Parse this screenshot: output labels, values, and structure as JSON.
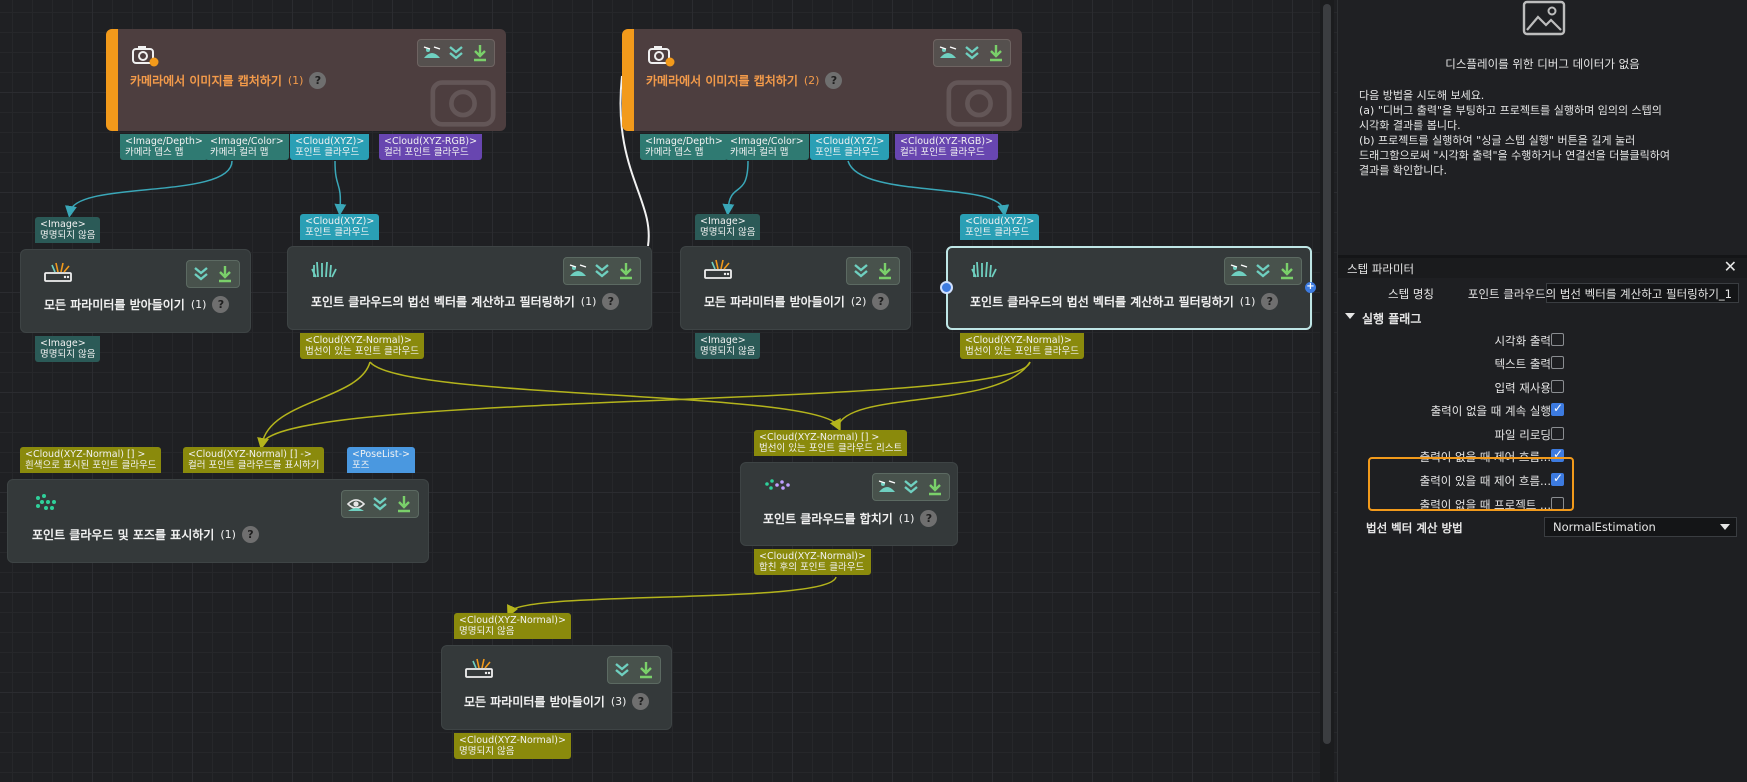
{
  "canvas": {
    "nodes": {
      "cap1": {
        "title": "카메라에서 이미지를 캡처하기",
        "index": "(1)"
      },
      "cap2": {
        "title": "카메라에서 이미지를 캡처하기",
        "index": "(2)"
      },
      "acc1": {
        "title": "모든 파라미터를 받아들이기",
        "index": "(1)"
      },
      "norm1": {
        "title": "포인트 클라우드의 법선 벡터를 계산하고 필터링하기",
        "index": "(1)"
      },
      "acc2": {
        "title": "모든 파라미터를 받아들이기",
        "index": "(2)"
      },
      "norm2": {
        "title": "포인트 클라우드의 법선 벡터를 계산하고 필터링하기",
        "index": "(1)"
      },
      "disp": {
        "title": "포인트 클라우드 및 포즈를 표시하기",
        "index": "(1)"
      },
      "merge": {
        "title": "포인트 클라우드를 합치기",
        "index": "(1)"
      },
      "acc3": {
        "title": "모든 파라미터를 받아들이기",
        "index": "(3)"
      }
    },
    "help_glyph": "?",
    "ports": {
      "c1_depth": [
        "<Image/Depth>",
        "카메라 뎁스 맵"
      ],
      "c1_color": [
        "<Image/Color>",
        "카메라 컬러 맵"
      ],
      "c1_xyz": [
        "<Cloud(XYZ)>",
        "포인트 클라우드"
      ],
      "c1_rgb": [
        "<Cloud(XYZ-RGB)>",
        "컬러 포인트 클라우드"
      ],
      "c2_depth": [
        "<Image/Depth>",
        "카메라 뎁스 맵"
      ],
      "c2_color": [
        "<Image/Color>",
        "카메라 컬러 맵"
      ],
      "c2_xyz": [
        "<Cloud(XYZ)>",
        "포인트 클라우드"
      ],
      "c2_rgb": [
        "<Cloud(XYZ-RGB)>",
        "컬러 포인트 클라우드"
      ],
      "a1_in": [
        "<Image>",
        "명명되지 않음"
      ],
      "a1_out": [
        "<Image>",
        "명명되지 않음"
      ],
      "n1_in": [
        "<Cloud(XYZ)>",
        "포인트 클라우드"
      ],
      "n1_out": [
        "<Cloud(XYZ-Normal)>",
        "법선이 있는 포인트 클라우드"
      ],
      "a2_in": [
        "<Image>",
        "명명되지 않음"
      ],
      "a2_out": [
        "<Image>",
        "명명되지 않음"
      ],
      "n2_in": [
        "<Cloud(XYZ)>",
        "포인트 클라우드"
      ],
      "n2_out": [
        "<Cloud(XYZ-Normal)>",
        "법선이 있는 포인트 클라우드"
      ],
      "d_in1": [
        "<Cloud(XYZ-Normal) [] >",
        "흰색으로 표시된 포인트 클라우드"
      ],
      "d_in2": [
        "<Cloud(XYZ-Normal) [] ->",
        "컬러 포인트 클라우드를 표시하기"
      ],
      "d_in3": [
        "<PoseList->",
        "포즈"
      ],
      "m_in": [
        "<Cloud(XYZ-Normal) [] >",
        "법선이 있는 포인트 클라우드 리스트"
      ],
      "m_out": [
        "<Cloud(XYZ-Normal)>",
        "합친 후의 포인트 클라우드"
      ],
      "a3_in": [
        "<Cloud(XYZ-Normal)>",
        "명명되지 않음"
      ],
      "a3_out": [
        "<Cloud(XYZ-Normal)>",
        "명명되지 않음"
      ]
    },
    "colors": {
      "capture_stripe": "#f29a1b",
      "wire_teal": "#3aa7b8",
      "wire_olive": "#b4b41c",
      "selected_border": "#bfe6e6"
    }
  },
  "debug_panel": {
    "no_data": "디스플레이를 위한 디버그 데이터가 없음",
    "hint_lines": [
      "다음 방법을 시도해 보세요.",
      "(a) \"디버그 출력\"을 부팅하고 프로젝트를 실행하며 임의의 스텝의",
      "시각화 결과를 봅니다.",
      "(b) 프로젝트를 실행하여 \"싱글 스텝 실행\" 버튼을 길게 눌러",
      "드래그함으로써 \"시각화 출력\"을 수행하거나 연결선을 더블클릭하여",
      "결과를 확인합니다."
    ]
  },
  "step_params": {
    "header": "스텝 파라미터",
    "close": "✕",
    "step_name_label": "스텝 명칭",
    "step_name_value": "포인트 클라우드의 법선 벡터를 계산하고 필터링하기_1",
    "section_label": "실행 플래그",
    "flags": [
      {
        "label": "시각화 출력",
        "checked": false
      },
      {
        "label": "텍스트 출력",
        "checked": false
      },
      {
        "label": "입력 재사용",
        "checked": false
      },
      {
        "label": "출력이 없을 때 계속 실행",
        "checked": true
      },
      {
        "label": "파일 리로딩",
        "checked": false
      },
      {
        "label": "출력이 없을 때 제어 흐름...",
        "checked": true
      },
      {
        "label": "출력이 있을 때 제어 흐름...",
        "checked": true
      },
      {
        "label": "출력이 없을 때 프로젝트 ...",
        "checked": false
      }
    ],
    "method_label": "법선 벡터 계산 방법",
    "method_value": "NormalEstimation"
  }
}
